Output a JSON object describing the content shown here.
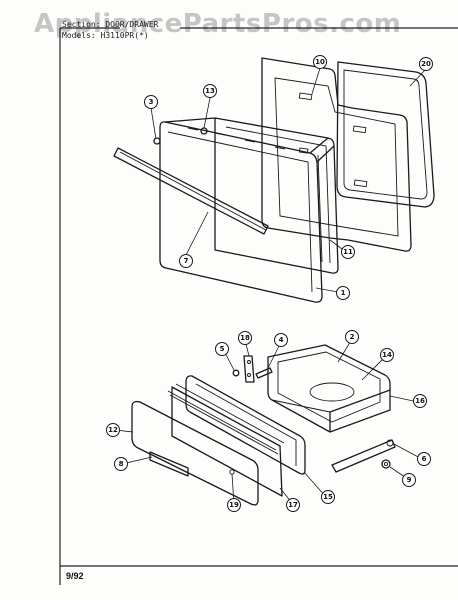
{
  "watermark": "AppliancePartsPros.com",
  "header": {
    "section_line": "Section: DOOR/DRAWER",
    "models_line": "Models: H3110PR(*)"
  },
  "footer": {
    "date": "9/92"
  },
  "callouts": {
    "c1": "1",
    "c2": "2",
    "c3": "3",
    "c4": "4",
    "c5": "5",
    "c6": "6",
    "c7": "7",
    "c8": "8",
    "c9": "9",
    "c10": "10",
    "c11": "11",
    "c12": "12",
    "c13": "13",
    "c14": "14",
    "c15": "15",
    "c16": "16",
    "c17": "17",
    "c18": "18",
    "c19": "19",
    "c20": "20"
  }
}
